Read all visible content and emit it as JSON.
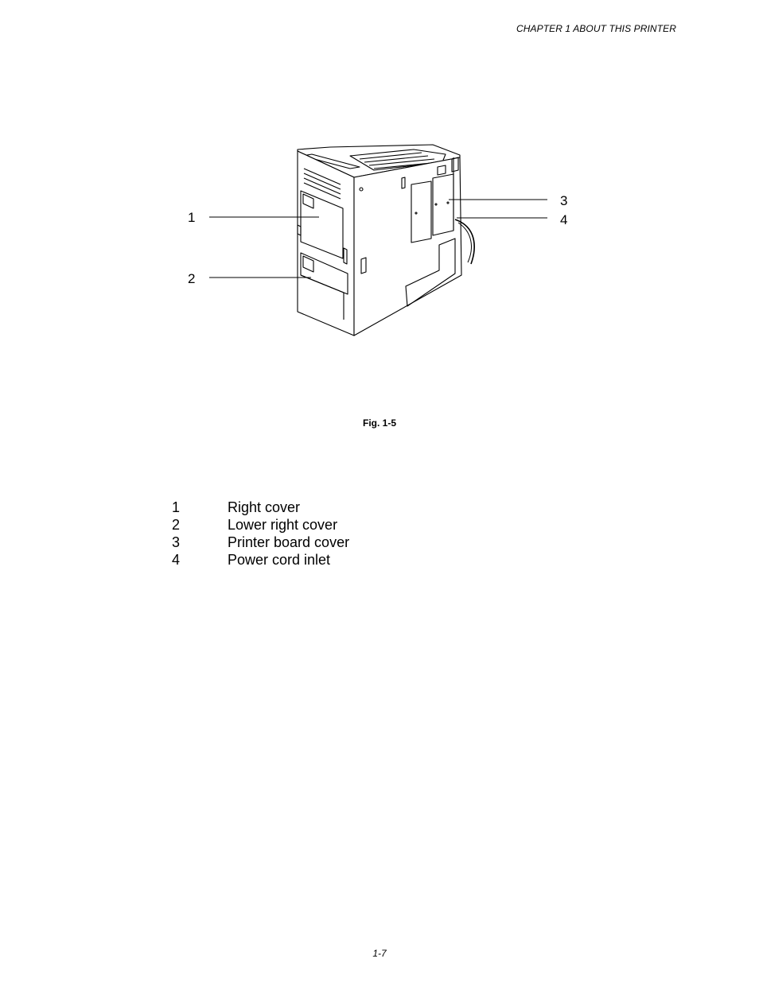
{
  "header": {
    "chapter": "CHAPTER 1 ABOUT THIS PRINTER"
  },
  "figure": {
    "callouts": [
      "1",
      "2",
      "3",
      "4"
    ],
    "caption": "Fig. 1-5"
  },
  "legend": {
    "items": [
      {
        "number": "1",
        "label": "Right cover"
      },
      {
        "number": "2",
        "label": "Lower right cover"
      },
      {
        "number": "3",
        "label": "Printer board cover"
      },
      {
        "number": "4",
        "label": "Power cord inlet"
      }
    ]
  },
  "footer": {
    "page_number": "1-7"
  }
}
